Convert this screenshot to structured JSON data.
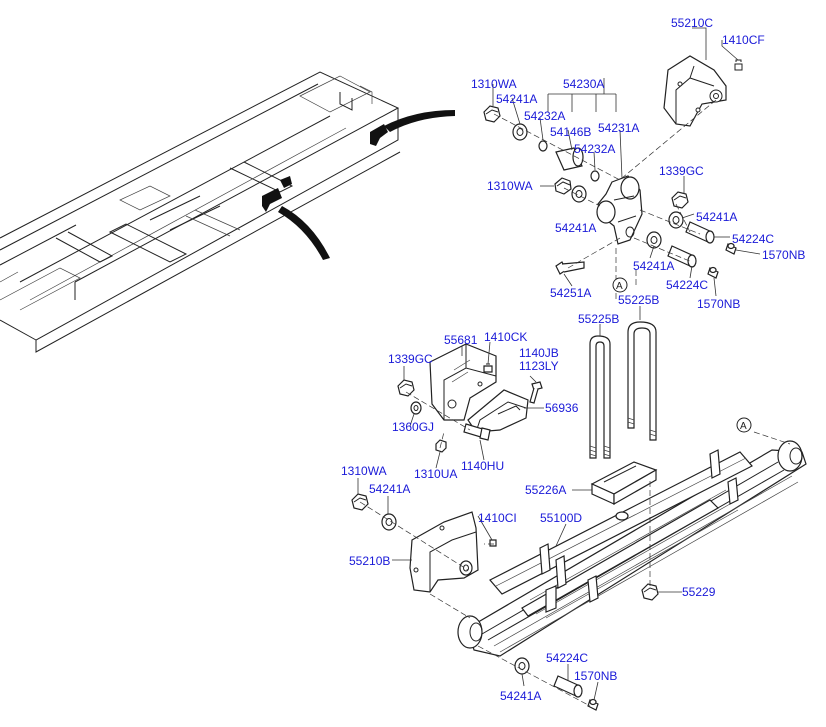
{
  "labels": {
    "l_55210C_top": "55210C",
    "l_1410CF": "1410CF",
    "l_1310WA_top": "1310WA",
    "l_54230A": "54230A",
    "l_54241A_1": "54241A",
    "l_54232A_1": "54232A",
    "l_54146B": "54146B",
    "l_54231A": "54231A",
    "l_54232A_2": "54232A",
    "l_1339GC_top": "1339GC",
    "l_1310WA_mid": "1310WA",
    "l_54241A_2": "54241A",
    "l_54241A_3": "54241A",
    "l_54224C_1": "54224C",
    "l_1570NB_1": "1570NB",
    "l_54241A_4": "54241A",
    "l_callout_A1": "A",
    "l_54224C_2": "54224C",
    "l_54251A": "54251A",
    "l_55225B_1": "55225B",
    "l_1570NB_2": "1570NB",
    "l_55225B_2": "55225B",
    "l_55681": "55681",
    "l_1410CK": "1410CK",
    "l_1339GC_low": "1339GC",
    "l_1140JB": "1140JB",
    "l_1123LY": "1123LY",
    "l_56936": "56936",
    "l_1360GJ": "1360GJ",
    "l_1310UA": "1310UA",
    "l_1140HU": "1140HU",
    "l_callout_A2": "A",
    "l_1310WA_low": "1310WA",
    "l_54241A_5": "54241A",
    "l_55226A": "55226A",
    "l_1410CI": "1410CI",
    "l_55100D": "55100D",
    "l_55210B": "55210B",
    "l_55229": "55229",
    "l_54224C_3": "54224C",
    "l_1570NB_3": "1570NB",
    "l_54241A_6": "54241A"
  },
  "colors": {
    "label": "#1a1ad8",
    "line": "#222222",
    "background": "#ffffff"
  }
}
